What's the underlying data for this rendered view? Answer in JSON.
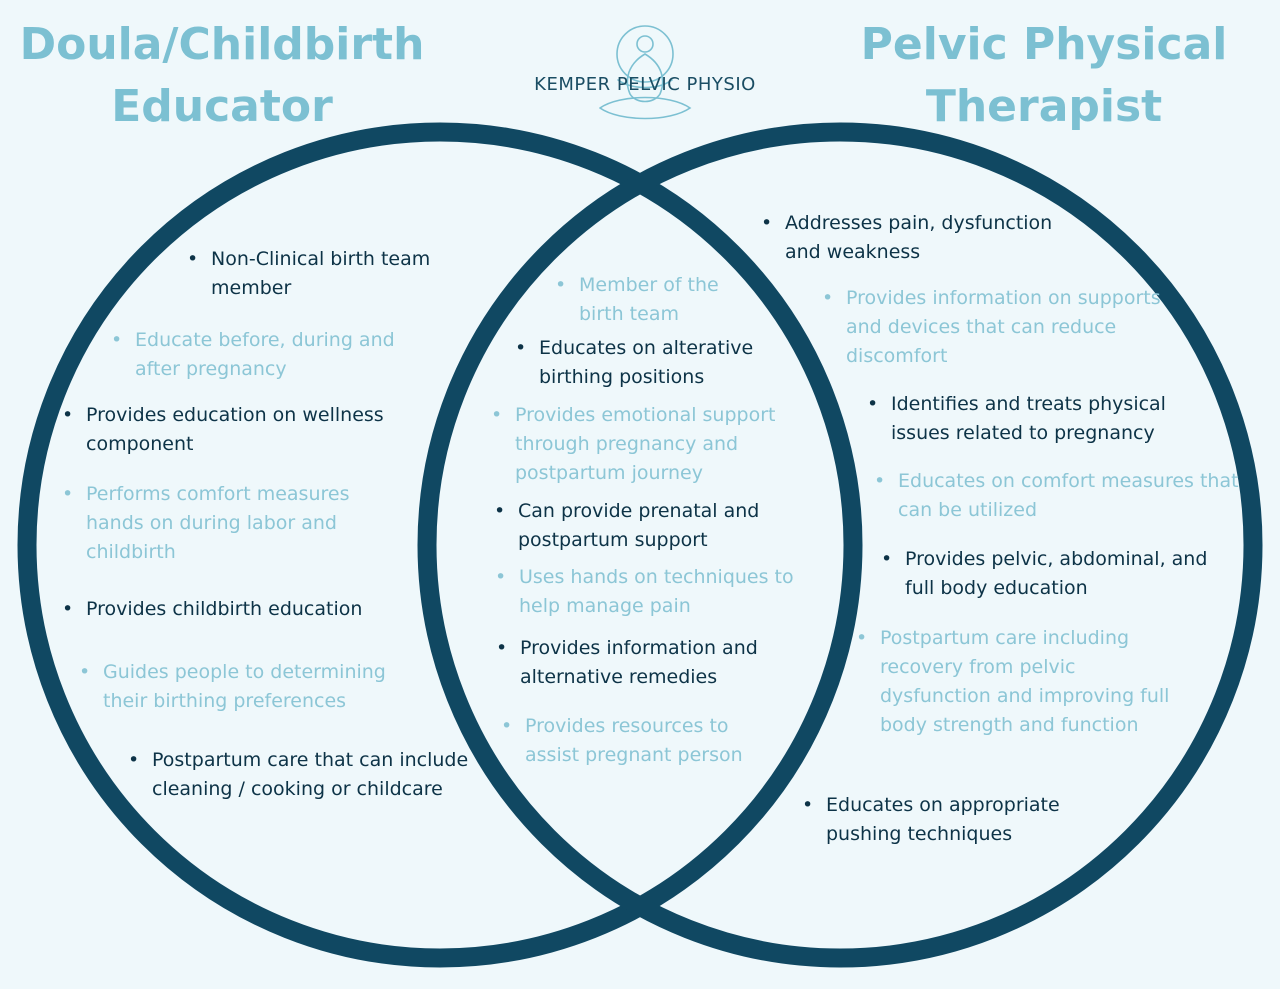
{
  "brand": {
    "logo_text": "KEMPER PELVIC PHYSIO",
    "logo_icon": "meditating-figure-icon",
    "colors": {
      "background": "#eff8fb",
      "circle_stroke": "#104862",
      "title": "#7cc0d2",
      "dark_text": "#0d3347",
      "light_text": "#8cc6d6"
    }
  },
  "left": {
    "title_line1": "Doula/Childbirth",
    "title_line2": "Educator",
    "items": [
      {
        "text": "Non-Clinical birth team member",
        "tone": "dark"
      },
      {
        "text": "Educate before, during and after pregnancy",
        "tone": "light"
      },
      {
        "text": "Provides education on wellness component",
        "tone": "dark"
      },
      {
        "text": "Performs comfort measures hands on during labor and childbirth",
        "tone": "light"
      },
      {
        "text": "Provides childbirth education",
        "tone": "dark"
      },
      {
        "text": "Guides people to determining their birthing preferences",
        "tone": "light"
      },
      {
        "text": "Postpartum care that can include cleaning / cooking or childcare",
        "tone": "dark"
      }
    ]
  },
  "overlap": {
    "items": [
      {
        "text": "Member of the birth team",
        "tone": "light"
      },
      {
        "text": "Educates on alterative birthing positions",
        "tone": "dark"
      },
      {
        "text": "Provides emotional support through pregnancy and postpartum journey",
        "tone": "light"
      },
      {
        "text": "Can provide prenatal and postpartum support",
        "tone": "dark"
      },
      {
        "text": "Uses hands on techniques to help manage pain",
        "tone": "light"
      },
      {
        "text": "Provides information and alternative remedies",
        "tone": "dark"
      },
      {
        "text": "Provides resources to assist pregnant person",
        "tone": "light"
      }
    ]
  },
  "right": {
    "title_line1": "Pelvic Physical",
    "title_line2": "Therapist",
    "items": [
      {
        "text": "Addresses pain, dysfunction and weakness",
        "tone": "dark"
      },
      {
        "text": "Provides information on supports and devices that can reduce discomfort",
        "tone": "light"
      },
      {
        "text": "Identifies and treats physical issues related to pregnancy",
        "tone": "dark"
      },
      {
        "text": "Educates on comfort measures that can be utilized",
        "tone": "light"
      },
      {
        "text": "Provides pelvic, abdominal, and full body education",
        "tone": "dark"
      },
      {
        "text": "Postpartum care including recovery from pelvic dysfunction and improving full body strength and function",
        "tone": "light"
      },
      {
        "text": "Educates on appropriate pushing techniques",
        "tone": "dark"
      }
    ]
  }
}
